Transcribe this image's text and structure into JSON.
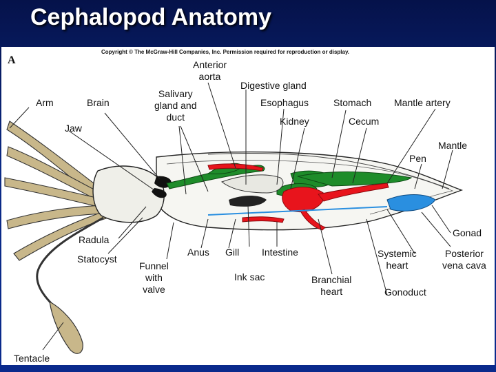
{
  "slide": {
    "title": "Cephalopod Anatomy"
  },
  "figure": {
    "copyright": "Copyright © The McGraw-Hill Companies, Inc. Permission required for reproduction or display.",
    "panel_letter": "A",
    "labels": {
      "anterior_aorta_1": "Anterior",
      "anterior_aorta_2": "aorta",
      "digestive_gland": "Digestive gland",
      "arm": "Arm",
      "brain": "Brain",
      "salivary_1": "Salivary",
      "salivary_2": "gland and",
      "salivary_3": "duct",
      "esophagus": "Esophagus",
      "stomach": "Stomach",
      "mantle_artery": "Mantle artery",
      "jaw": "Jaw",
      "kidney": "Kidney",
      "cecum": "Cecum",
      "mantle": "Mantle",
      "pen": "Pen",
      "gonad": "Gonad",
      "radula": "Radula",
      "statocyst": "Statocyst",
      "anus": "Anus",
      "gill": "Gill",
      "intestine": "Intestine",
      "systemic_heart_1": "Systemic",
      "systemic_heart_2": "heart",
      "posterior_vena_cava_1": "Posterior",
      "posterior_vena_cava_2": "vena cava",
      "funnel_1": "Funnel",
      "funnel_2": "with",
      "funnel_3": "valve",
      "ink_sac": "Ink sac",
      "branchial_heart_1": "Branchial",
      "branchial_heart_2": "heart",
      "gonoduct": "Gonoduct",
      "tentacle": "Tentacle"
    },
    "colors": {
      "digestive": "#1e8c2a",
      "circulatory": "#e8141c",
      "gonad": "#2a8fe0",
      "background": "#0b2a86",
      "arms": "#c8b78a"
    }
  }
}
